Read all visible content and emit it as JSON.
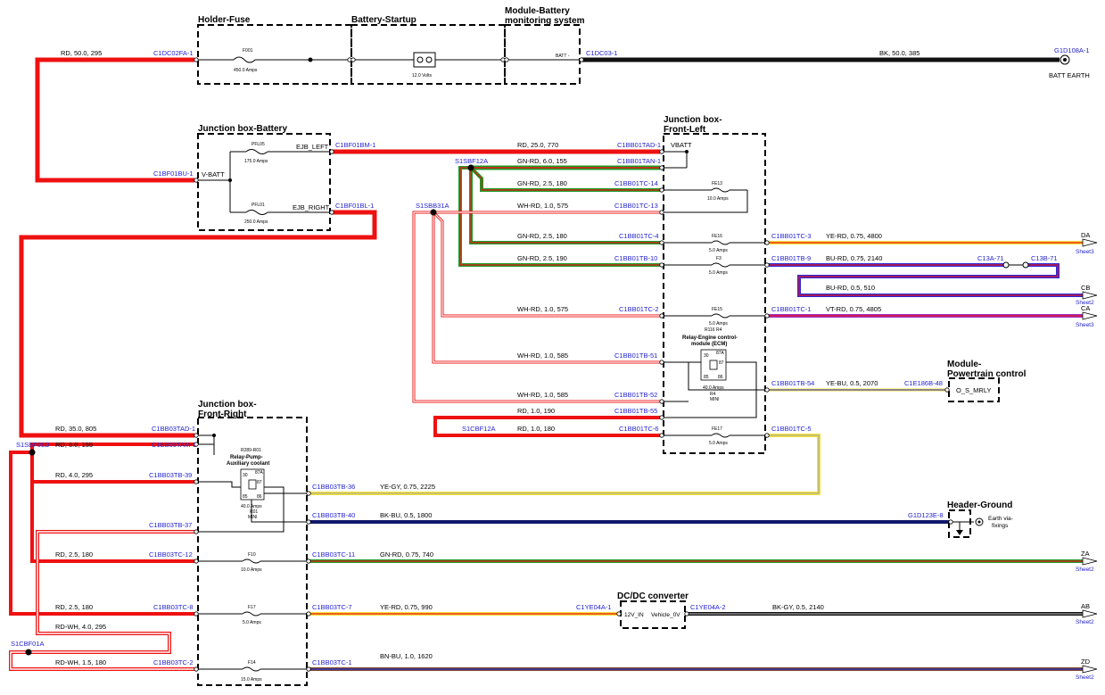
{
  "colors": {
    "RD": "#ee1111",
    "BK": "#111111",
    "GN": "#1e9b2a",
    "WH": "#ffffff",
    "YE": "#f2e23a",
    "BU": "#2b2bd8",
    "VT": "#9b30c8",
    "GY": "#a0a0a0",
    "BN": "#7b4a24",
    "NAVY": "#10186a",
    "conn": "#1f1fd0"
  },
  "headers": {
    "holder_fuse": "Holder-Fuse",
    "battery_startup": "Battery-Startup",
    "module_batt_1": "Module-Battery",
    "module_batt_2": "monitoring system",
    "jb_battery": "Junction box-Battery",
    "jb_front_left_1": "Junction box-",
    "jb_front_left_2": "Front-Left",
    "jb_front_right_1": "Junction box-",
    "jb_front_right_2": "Front-Right",
    "module_pcm_1": "Module-",
    "module_pcm_2": "Powertrain control",
    "header_ground": "Header-Ground",
    "dcdc": "DC/DC converter"
  },
  "components": {
    "f001": "F001",
    "f001_rating": "450.0 Amps",
    "battery_volts": "12.0 Volts",
    "batt_pin": "BATT -",
    "pfl05": "PFL05",
    "pfl05_rating": "175.0 Amps",
    "pfl01": "PFL01",
    "pfl01_rating": "250.0 Amps",
    "v_batt": "V-BATT",
    "ejb_left": "EJB_LEFT",
    "ejb_right": "EJB_RIGHT",
    "vbatt": "VBATT",
    "fe13": "FE13",
    "fe13_rating": "10.0 Amps",
    "fe16": "FE16",
    "fe16_rating": "5.0 Amps",
    "f3": "F3",
    "f3_rating": "5.0 Amps",
    "fe15": "FE15",
    "fe15_rating": "5.0 Amps",
    "r116": "R116 R4",
    "relay_ecm_1": "Relay-Engine control-",
    "relay_ecm_2": "module (ECM)",
    "relay_ecm_rating": "40.0 Amps",
    "relay_ecm_r": "R4",
    "relay_ecm_mini": "MINI",
    "fe17": "FE17",
    "fe17_rating": "5.0 Amps",
    "o_s_mrly": "O_S_MRLY",
    "relay_pump_id": "R289-R01",
    "relay_pump_1": "Relay-Pump-",
    "relay_pump_2": "Auxiliary coolant",
    "relay_pump_rating": "40.0 Amps",
    "relay_pump_r": "R01",
    "relay_pump_mini": "MINI",
    "f10": "F10",
    "f10_rating": "10.0 Amps",
    "f17": "F17",
    "f17_rating": "5.0 Amps",
    "f14": "F14",
    "f14_rating": "15.0 Amps",
    "dcdc_in": "12V_IN",
    "dcdc_out": "Vehicle_0V",
    "batt_earth": "BATT EARTH",
    "earth_fix_1": "Earth via-",
    "earth_fix_2": "fixings",
    "relay_pins": {
      "p30": "30",
      "p87": "87",
      "p85": "85",
      "p86": "86",
      "p87a": "87A"
    }
  },
  "connectors": {
    "c1dc02fa": "C1DC02FA-1",
    "c1dc03": "C1DC03-1",
    "g1d108a": "G1D108A-1",
    "c1bf01bu": "C1BF01BU-1",
    "c1bf01bm": "C1BF01BM-1",
    "c1bf01bl": "C1BF01BL-1",
    "c1bb01tad": "C1BB01TAD-1",
    "c1bb01tan": "C1BB01TAN-1",
    "c1bb01tc14": "C1BB01TC-14",
    "c1bb01tc13": "C1BB01TC-13",
    "c1bb01tc4": "C1BB01TC-4",
    "c1bb01tb10": "C1BB01TB-10",
    "c1bb01tc2": "C1BB01TC-2",
    "c1bb01tb51": "C1BB01TB-51",
    "c1bb01tb52": "C1BB01TB-52",
    "c1bb01tb55": "C1BB01TB-55",
    "c1bb01tc6": "C1BB01TC-6",
    "c1bb01tc3": "C1BB01TC-3",
    "c1bb01tb9": "C1BB01TB-9",
    "c13a71": "C13A-71",
    "c13b71": "C13B-71",
    "c1bb01tc1": "C1BB01TC-1",
    "c1bb01tb54": "C1BB01TB-54",
    "c1e186b": "C1E186B-48",
    "c1bb01tc5": "C1BB01TC-5",
    "c1bb03tad": "C1BB03TAD-1",
    "c1bb03tam": "C1BB03TAM-1",
    "c1bb03tb39": "C1BB03TB-39",
    "c1bb03tb37": "C1BB03TB-37",
    "c1bb03tc12": "C1BB03TC-12",
    "c1bb03tc8": "C1BB03TC-8",
    "c1bb03tc2": "C1BB03TC-2",
    "c1bb03tb36": "C1BB03TB-36",
    "c1bb03tb40": "C1BB03TB-40",
    "c1bb03tc11": "C1BB03TC-11",
    "c1bb03tc7": "C1BB03TC-7",
    "c1bb03tc1": "C1BB03TC-1",
    "g1d123e": "G1D123E-8",
    "c1ye04a1": "C1YE04A-1",
    "c1ye04a2": "C1YE04A-2"
  },
  "splices": {
    "s1sbf12a": "S1SBF12A",
    "s1sbb31a": "S1SBB31A",
    "s1cbf12a": "S1CBF12A",
    "s1sbf01d": "S1SBF01D",
    "s1cbf01a": "S1CBF01A"
  },
  "wires": {
    "w1": "RD, 50.0, 295",
    "w2": "BK, 50.0, 385",
    "w3": "RD, 25.0, 770",
    "w4": "GN-RD, 6.0, 155",
    "w5": "GN-RD, 2.5, 180",
    "w6": "WH-RD, 1.0, 575",
    "w7": "GN-RD, 2.5, 180",
    "w8": "GN-RD, 2.5, 190",
    "w9": "WH-RD, 1.0, 575",
    "w10": "WH-RD, 1.0, 585",
    "w11": "WH-RD, 1.0, 585",
    "w12": "RD, 1.0, 190",
    "w13": "RD, 1.0, 180",
    "w14": "YE-RD, 0.75, 4800",
    "w15": "BU-RD, 0.75, 2140",
    "w16": "BU-RD, 0.5, 510",
    "w17": "VT-RD, 0.75, 4805",
    "w18": "YE-BU, 0.5, 2070",
    "w19": "RD, 35.0, 805",
    "w20": "RD, 6.0, 155",
    "w21": "RD, 4.0, 295",
    "w22": "RD, 2.5, 180",
    "w23": "RD, 2.5, 180",
    "w24": "RD-WH, 4.0, 295",
    "w25": "RD-WH, 1.5, 180",
    "w26": "YE-GY, 0.75, 2225",
    "w27": "BK-BU, 0.5, 1800",
    "w28": "GN-RD, 0.75, 740",
    "w29": "YE-RD, 0.75, 990",
    "w30": "BK-GY, 0.5, 2140",
    "w31": "BN-BU, 1.0, 1620"
  },
  "offsheet": {
    "da": "DA",
    "cb": "CB",
    "ca": "CA",
    "za": "ZA",
    "ab": "AB",
    "zd": "ZD",
    "sheet2": "Sheet2",
    "sheet3": "Sheet3"
  }
}
